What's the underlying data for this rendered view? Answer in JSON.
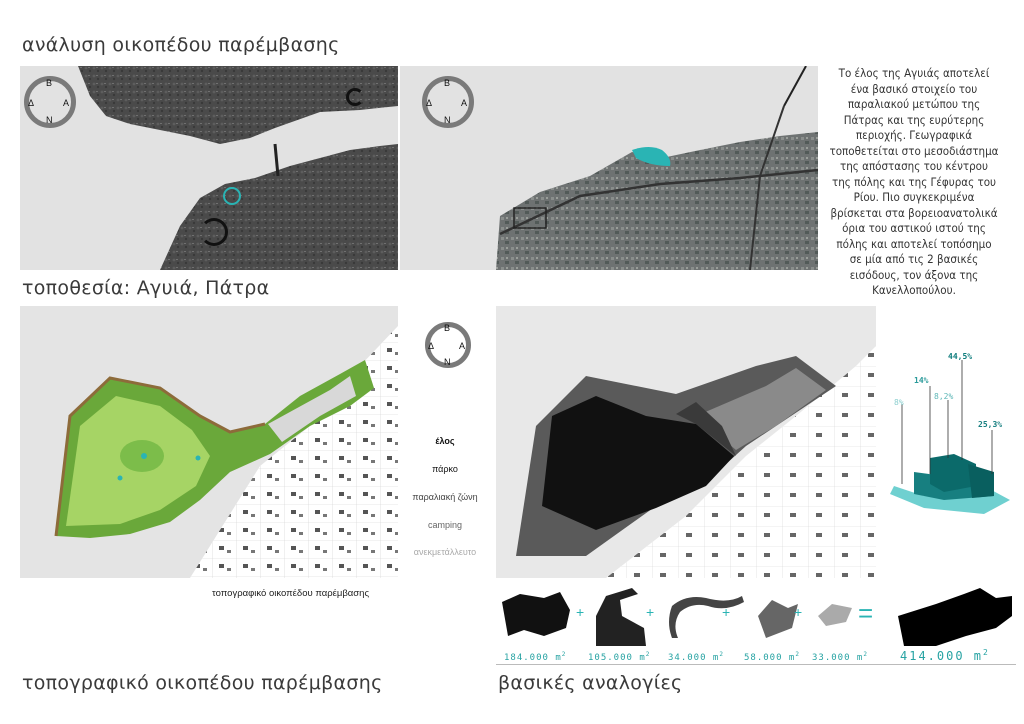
{
  "headings": {
    "site_analysis": "ανάλυση οικοπέδου παρέμβασης",
    "location": "τοποθεσία: Αγυιά, Πάτρα",
    "topographic": "τοπογραφικό οικοπέδου παρέμβασης",
    "proportions": "βασικές αναλογίες"
  },
  "map_caption": "τοπογραφικό οικοπέδου παρέμβασης",
  "description": "Το έλος της Αγυιάς αποτελεί ένα βασικό στοιχείο του παραλιακού μετώπου της Πάτρας και της ευρύτερης περιοχής. Γεωγραφικά τοποθετείται στο μεσοδιάστημα της απόστασης του κέντρου της πόλης και της Γέφυρας του Ρίου. Πιο συγκεκριμένα βρίσκεται στα βορειοανατολικά όρια του αστικού ιστού της πόλης και αποτελεί τοπόσημο σε μία από τις 2 βασικές εισόδους, τον άξονα της Κανελλοπούλου.",
  "compass": {
    "n": "Β",
    "e": "Α",
    "s": "Ν",
    "w": "Δ"
  },
  "legend": [
    {
      "label": "έλος",
      "color": "#111111"
    },
    {
      "label": "πάρκο",
      "color": "#222222"
    },
    {
      "label": "παραλιακή ζώνη",
      "color": "#444444"
    },
    {
      "label": "camping",
      "color": "#666666"
    },
    {
      "label": "ανεκμετάλλευτο",
      "color": "#aaaaaa"
    }
  ],
  "areas": [
    "184.000 m",
    "105.000 m",
    "34.000 m",
    "58.000 m",
    "33.000 m"
  ],
  "total_area": "414.000 m",
  "area_superscript": "2",
  "percentages": [
    {
      "label": "8%",
      "color": "#8ccfcf"
    },
    {
      "label": "14%",
      "color": "#2a9a9a"
    },
    {
      "label": "8,2%",
      "color": "#5fb8b8"
    },
    {
      "label": "44,5%",
      "color": "#0b7b7b"
    },
    {
      "label": "25,3%",
      "color": "#177f80"
    }
  ],
  "colors": {
    "accent": "#2ab4b4",
    "green": "#7fbf3a",
    "sea": "#d9d9d9"
  }
}
